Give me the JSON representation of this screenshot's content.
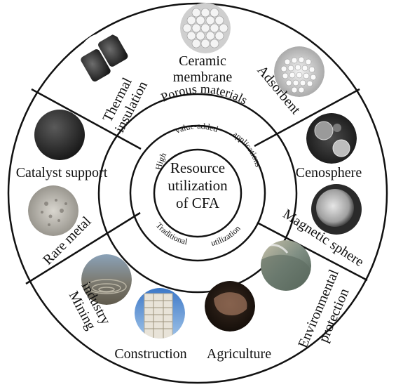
{
  "center": {
    "line1": "Resource",
    "line2": "utilization",
    "line3": "of CFA"
  },
  "inner_ring": {
    "high": "High",
    "value_added": "value-added",
    "applications": "applications",
    "traditional": "Traditional",
    "utilization": "utilization"
  },
  "middle_ring": {
    "porous_materials": "Porous materials"
  },
  "sectors": {
    "thermal_insulation": [
      "Thermal",
      "insulation"
    ],
    "ceramic_membrane": [
      "Ceramic",
      "membrane"
    ],
    "adsorbent": "Adsorbent",
    "catalyst_support": "Catalyst support",
    "rare_metal": "Rare metal",
    "cenosphere": "Cenosphere",
    "magnetic_sphere": "Magnetic sphere",
    "mining_industry": [
      "Mining",
      "industry"
    ],
    "construction": "Construction",
    "agriculture": "Agriculture",
    "environmental_protection": [
      "Environmental",
      "protection"
    ]
  },
  "icons": [
    "thermal-insulation-photo",
    "ceramic-membrane-photo",
    "adsorbent-photo",
    "catalyst-support-photo",
    "rare-metal-photo",
    "cenosphere-photo",
    "magnetic-sphere-photo",
    "mining-industry-photo",
    "construction-photo",
    "agriculture-photo",
    "environmental-protection-photo"
  ]
}
